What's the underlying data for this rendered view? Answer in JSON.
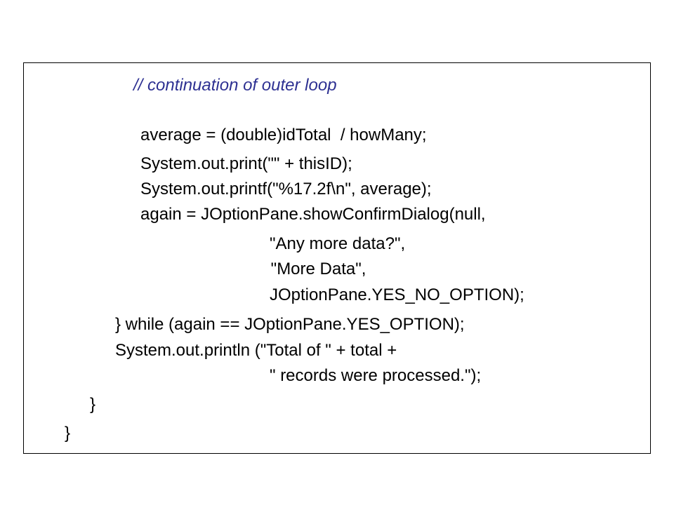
{
  "code": {
    "comment": "// continuation of outer loop",
    "lines": [
      "average = (double)idTotal  / howMany;",
      "System.out.print(\"\" + thisID);",
      "System.out.printf(\"%17.2f\\n\", average);",
      "again = JOptionPane.showConfirmDialog(null,",
      "\"Any more data?\",",
      " \"More Data\",",
      "JOptionPane.YES_NO_OPTION);",
      "} while (again == JOptionPane.YES_OPTION);",
      "System.out.println (\"Total of \" + total +",
      "\" records were processed.\");",
      "}",
      "}"
    ]
  },
  "colors": {
    "comment": "#2e3192",
    "text": "#000000",
    "border": "#000000"
  }
}
